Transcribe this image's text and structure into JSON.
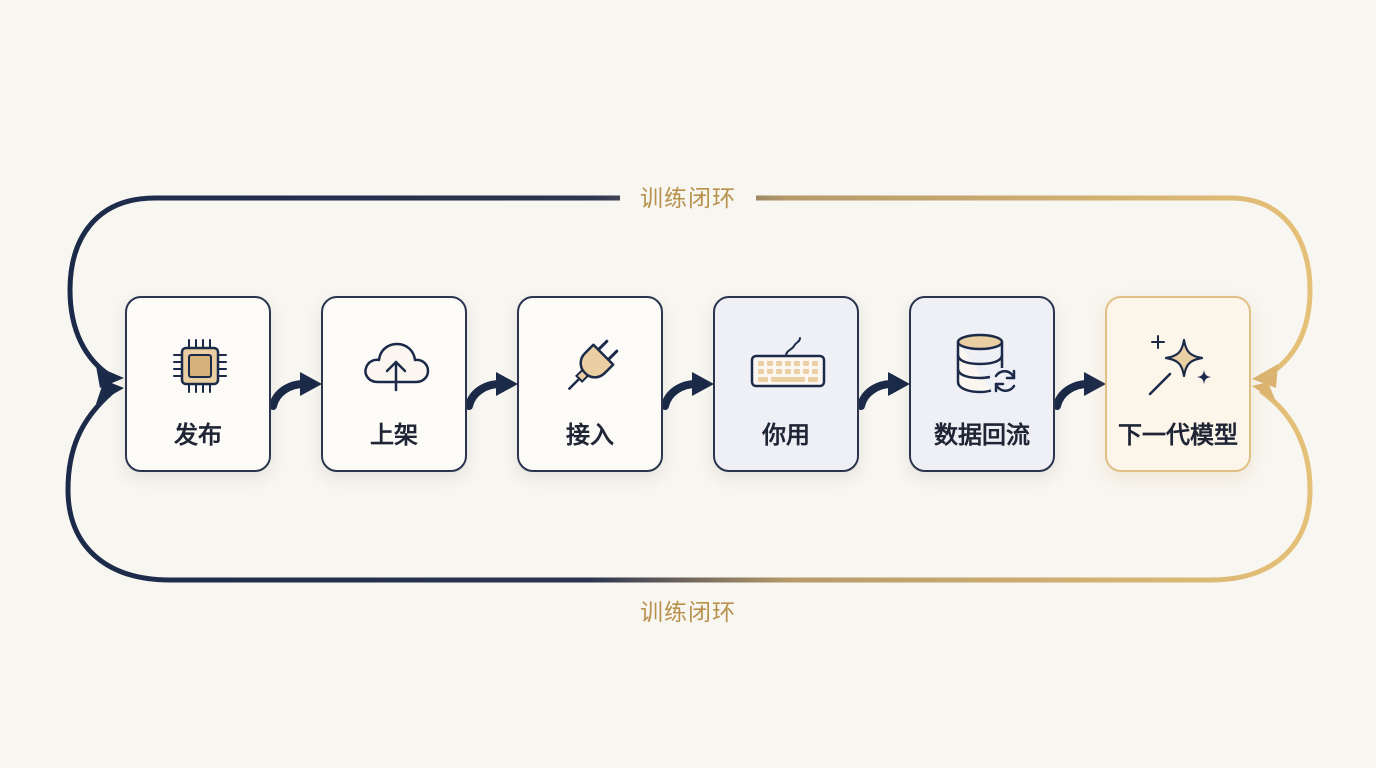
{
  "loop": {
    "top_label": "训练闭环",
    "bottom_label": "训练闭环",
    "gradient_start": "#1c2a4a",
    "gradient_end": "#e5c078"
  },
  "steps": [
    {
      "label": "发布",
      "icon": "chip-icon"
    },
    {
      "label": "上架",
      "icon": "cloud-upload-icon"
    },
    {
      "label": "接入",
      "icon": "plug-icon"
    },
    {
      "label": "你用",
      "icon": "keyboard-icon"
    },
    {
      "label": "数据回流",
      "icon": "database-sync-icon"
    },
    {
      "label": "下一代模型",
      "icon": "sparkle-wand-icon"
    }
  ],
  "colors": {
    "background": "#f8f6f1",
    "navy": "#1c2a4a",
    "gold": "#b8914c",
    "icon_fill": "#e9cfa2"
  }
}
